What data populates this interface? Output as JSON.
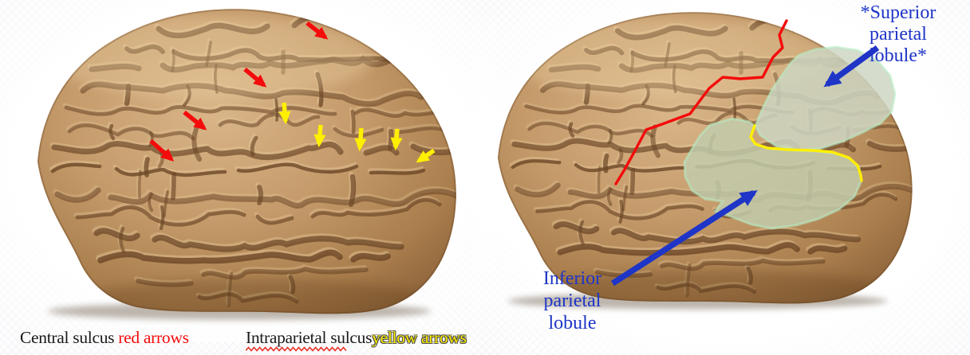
{
  "captions": {
    "central": {
      "name_text": "Central sulcus ",
      "arrow_text": "red arrows"
    },
    "intraparietal": {
      "name_text": "Intraparietal sulcus ",
      "arrow_text": "yellow arrows"
    }
  },
  "labels": {
    "superior_parietal": {
      "line1": "*Superior",
      "line2": "parietal",
      "line3": "lobule*"
    },
    "inferior_parietal": {
      "line1": "Inferior",
      "line2": "parietal",
      "line3": "lobule"
    }
  },
  "annotations": {
    "central_sulcus_red_arrow_count": 4,
    "intraparietal_sulcus_yellow_arrow_count": 5,
    "colors": {
      "arrow_red": "#f40b0b",
      "arrow_yellow": "#ffef00",
      "label_blue": "#1e35c7",
      "highlight_sage": "#c6ceb3",
      "highlight_edge_mint": "#b6eec6",
      "caption_black": "#1b1918"
    }
  }
}
